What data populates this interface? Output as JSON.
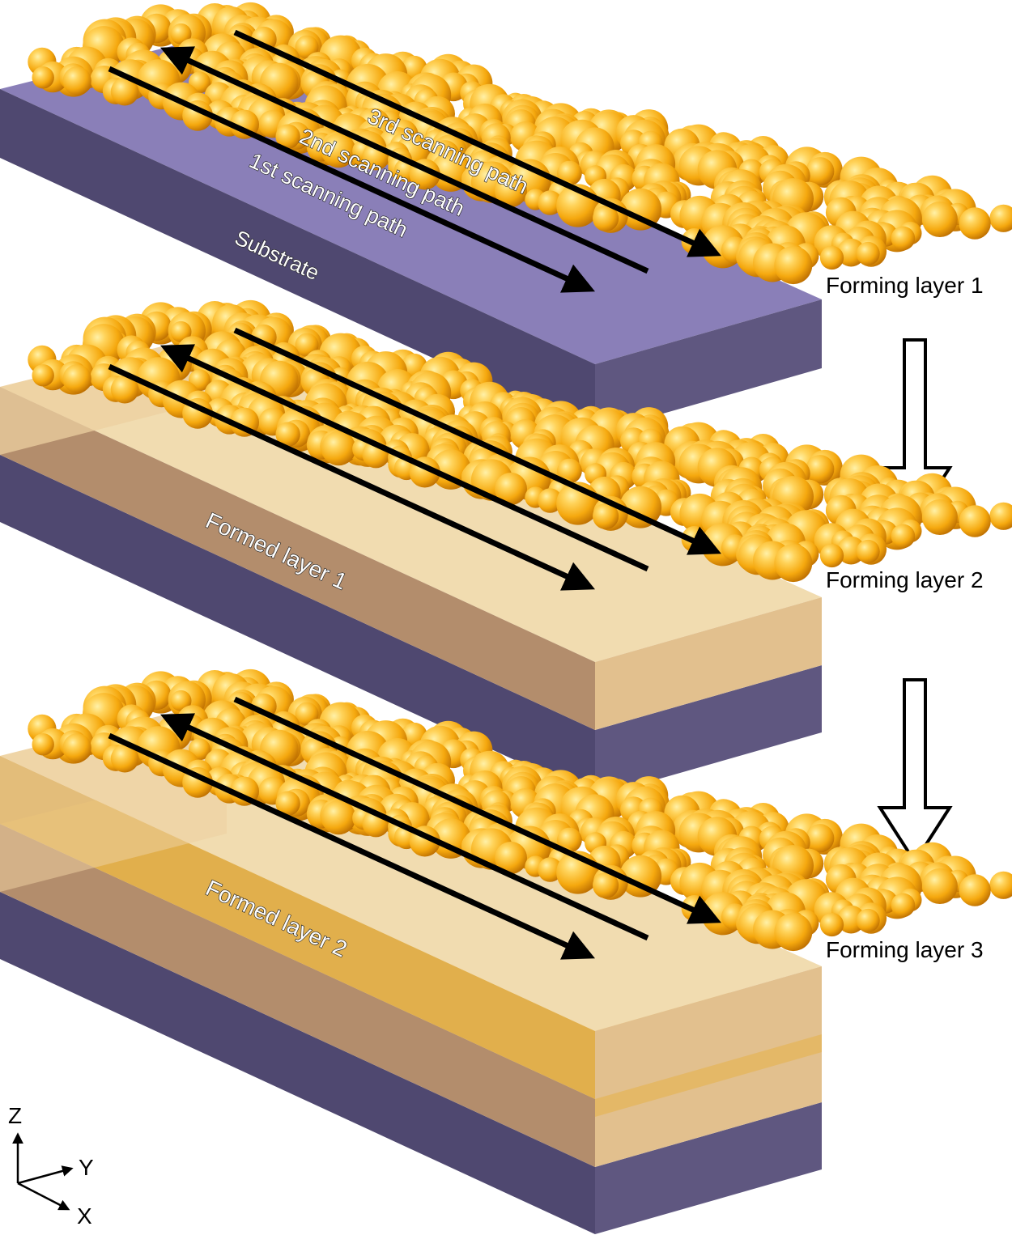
{
  "labels": {
    "stage1": {
      "layer": "Forming layer 1",
      "base": "Substrate",
      "path1": "1st scanning path",
      "path2": "2nd scanning path",
      "path3": "3rd scanning path"
    },
    "stage2": {
      "layer": "Forming layer 2",
      "base": "Formed layer 1"
    },
    "stage3": {
      "layer": "Forming layer 3",
      "base": "Formed layer 2"
    }
  },
  "axes": {
    "z": "Z",
    "y": "Y",
    "x": "X"
  },
  "colors": {
    "substrate_top": "#8a7fb8",
    "substrate_front": "#4f4870",
    "substrate_side": "#5f5780",
    "formed_band": "#e9cfa0",
    "formed_band_deep": "#b38d6c",
    "formed_band_gold": "#e6b34d",
    "powder_light": "#ffd35a",
    "powder_mid": "#f5a80e",
    "powder_dark": "#b86a00",
    "arrow": "#000000"
  },
  "icons": {
    "stage_transition": "hollow-down-arrow-icon",
    "axes": "xyz-axis-icon"
  }
}
